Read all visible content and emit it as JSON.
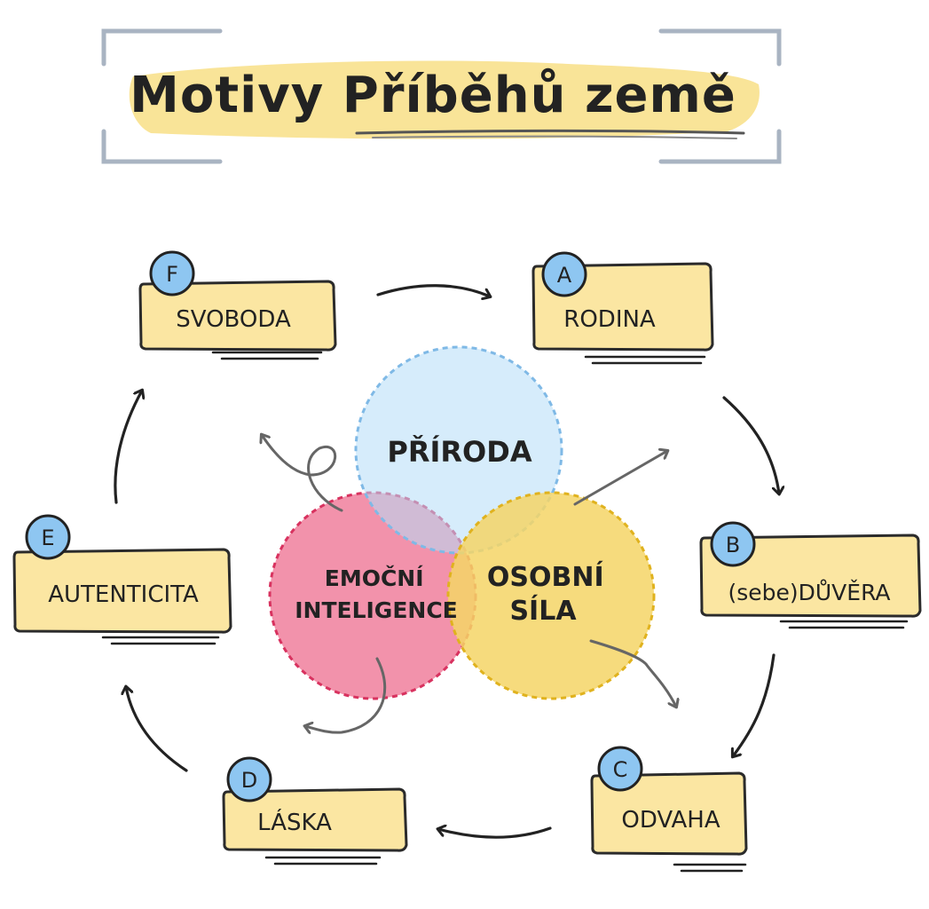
{
  "title": "Motivy Příběhů země",
  "colors": {
    "box_fill": "#fbe6a2",
    "box_stroke": "#2b2b2b",
    "badge_fill": "#8ec6f1",
    "circle_blue": "#b4dcf7",
    "circle_red": "#f07f9c",
    "circle_yellow": "#f5d566",
    "highlight": "#f8df86",
    "bracket": "#a9b4c2"
  },
  "circles": [
    {
      "id": "priroda",
      "label_lines": [
        "PŘÍRODA"
      ]
    },
    {
      "id": "emocni",
      "label_lines": [
        "EMOČNÍ",
        "INTELIGENCE"
      ]
    },
    {
      "id": "osobni",
      "label_lines": [
        "OSOBNÍ",
        "SÍLA"
      ]
    }
  ],
  "motifs": [
    {
      "id": "F",
      "badge": "F",
      "label": "SVOBODA"
    },
    {
      "id": "A",
      "badge": "A",
      "label": "RODINA"
    },
    {
      "id": "B",
      "badge": "B",
      "label": "(sebe)DŮVĚRA"
    },
    {
      "id": "C",
      "badge": "C",
      "label": "ODVAHA"
    },
    {
      "id": "D",
      "badge": "D",
      "label": "LÁSKA"
    },
    {
      "id": "E",
      "badge": "E",
      "label": "AUTENTICITA"
    }
  ]
}
